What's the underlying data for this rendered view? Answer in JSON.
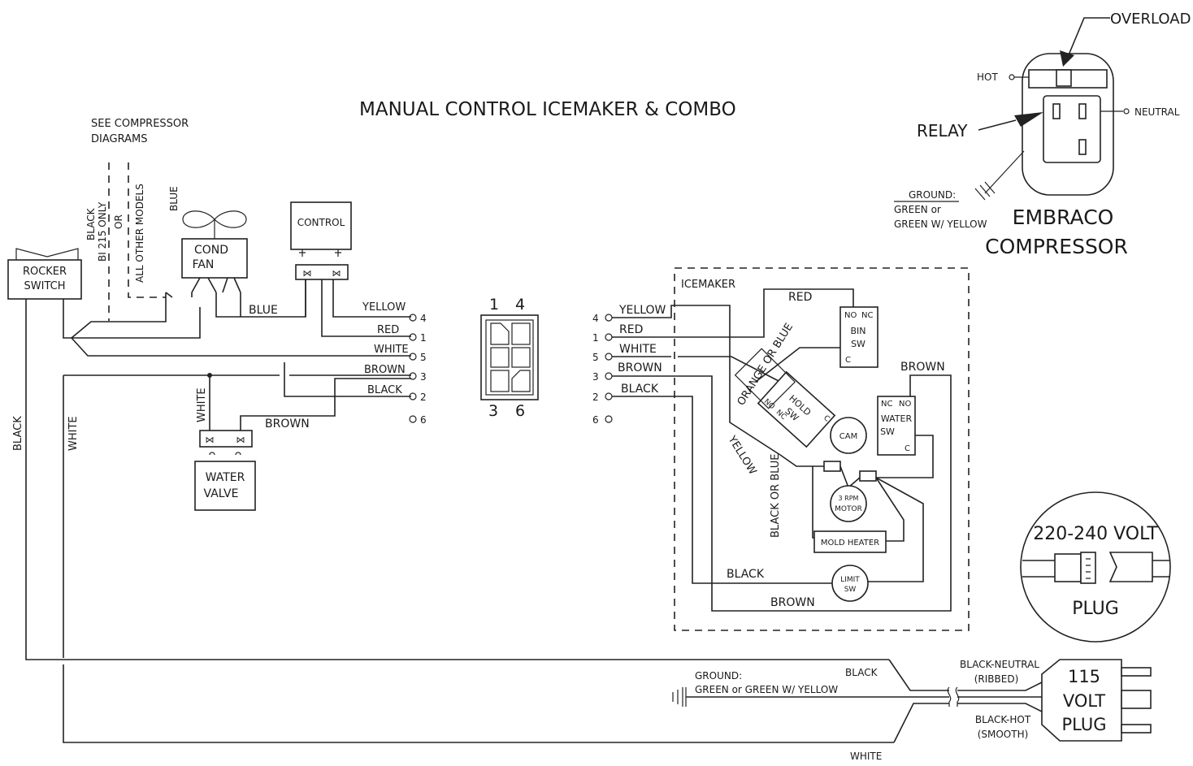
{
  "title": "MANUAL CONTROL ICEMAKER & COMBO",
  "note": {
    "line1": "SEE COMPRESSOR",
    "line2": "DIAGRAMS"
  },
  "vertical_labels": {
    "black": "BLACK",
    "bi215": "BI 215 ONLY",
    "or": "OR",
    "all_other": "ALL OTHER MODELS",
    "blue": "BLUE",
    "left_black": "BLACK",
    "left_white": "WHITE",
    "valve_white": "WHITE"
  },
  "components": {
    "rocker_switch": {
      "line1": "ROCKER",
      "line2": "SWITCH"
    },
    "cond_fan": {
      "line1": "COND",
      "line2": "FAN"
    },
    "control": "CONTROL",
    "water_valve": {
      "line1": "WATER",
      "line2": "VALVE"
    }
  },
  "left_wires": {
    "blue": "BLUE",
    "yellow": "YELLOW",
    "red": "RED",
    "white": "WHITE",
    "brown": "BROWN",
    "black": "BLACK",
    "valve_brown": "BROWN"
  },
  "terminals": {
    "t4": "4",
    "t1": "1",
    "t5": "5",
    "t3": "3",
    "t2": "2",
    "t6": "6"
  },
  "connector": {
    "top1": "1",
    "top4": "4",
    "bot3": "3",
    "bot6": "6"
  },
  "right_wires": {
    "yellow": "YELLOW",
    "red": "RED",
    "white": "WHITE",
    "brown": "BROWN",
    "black": "BLACK"
  },
  "icemaker": {
    "label": "ICEMAKER",
    "red": "RED",
    "brown_top": "BROWN",
    "orange_blue": "ORANGE OR BLUE",
    "yellow": "YELLOW",
    "black_or_blue": "BLACK OR BLUE",
    "black": "BLACK",
    "brown_bottom": "BROWN",
    "bin_sw": {
      "no": "NO",
      "nc": "NC",
      "l1": "BIN",
      "l2": "SW",
      "c": "C"
    },
    "hold_sw": {
      "l1": "HOLD",
      "l2": "SW",
      "no": "NO",
      "nc": "NC",
      "c": "C"
    },
    "water_sw": {
      "nc": "NC",
      "no": "NO",
      "l1": "WATER",
      "l2": "SW",
      "c": "C"
    },
    "cam": "CAM",
    "motor": {
      "l1": "3 RPM",
      "l2": "MOTOR"
    },
    "mold_heater": "MOLD HEATER",
    "limit_sw": {
      "l1": "LIMIT",
      "l2": "SW"
    }
  },
  "compressor": {
    "overload": "OVERLOAD",
    "hot": "HOT",
    "neutral": "NEUTRAL",
    "relay": "RELAY",
    "ground": "GROUND:",
    "green_or": "GREEN or",
    "green_yellow": "GREEN W/ YELLOW",
    "name1": "EMBRACO",
    "name2": "COMPRESSOR"
  },
  "plug_220": {
    "voltage": "220-240 VOLT",
    "label": "PLUG"
  },
  "power_cord": {
    "ground1": "GROUND:",
    "ground2": "GREEN  or GREEN W/ YELLOW",
    "black": "BLACK",
    "white": "WHITE",
    "black_neutral": "BLACK-NEUTRAL",
    "ribbed": "(RIBBED)",
    "black_hot": "BLACK-HOT",
    "smooth": "(SMOOTH)"
  },
  "plug_115": {
    "l1": "115",
    "l2": "VOLT",
    "l3": "PLUG"
  }
}
